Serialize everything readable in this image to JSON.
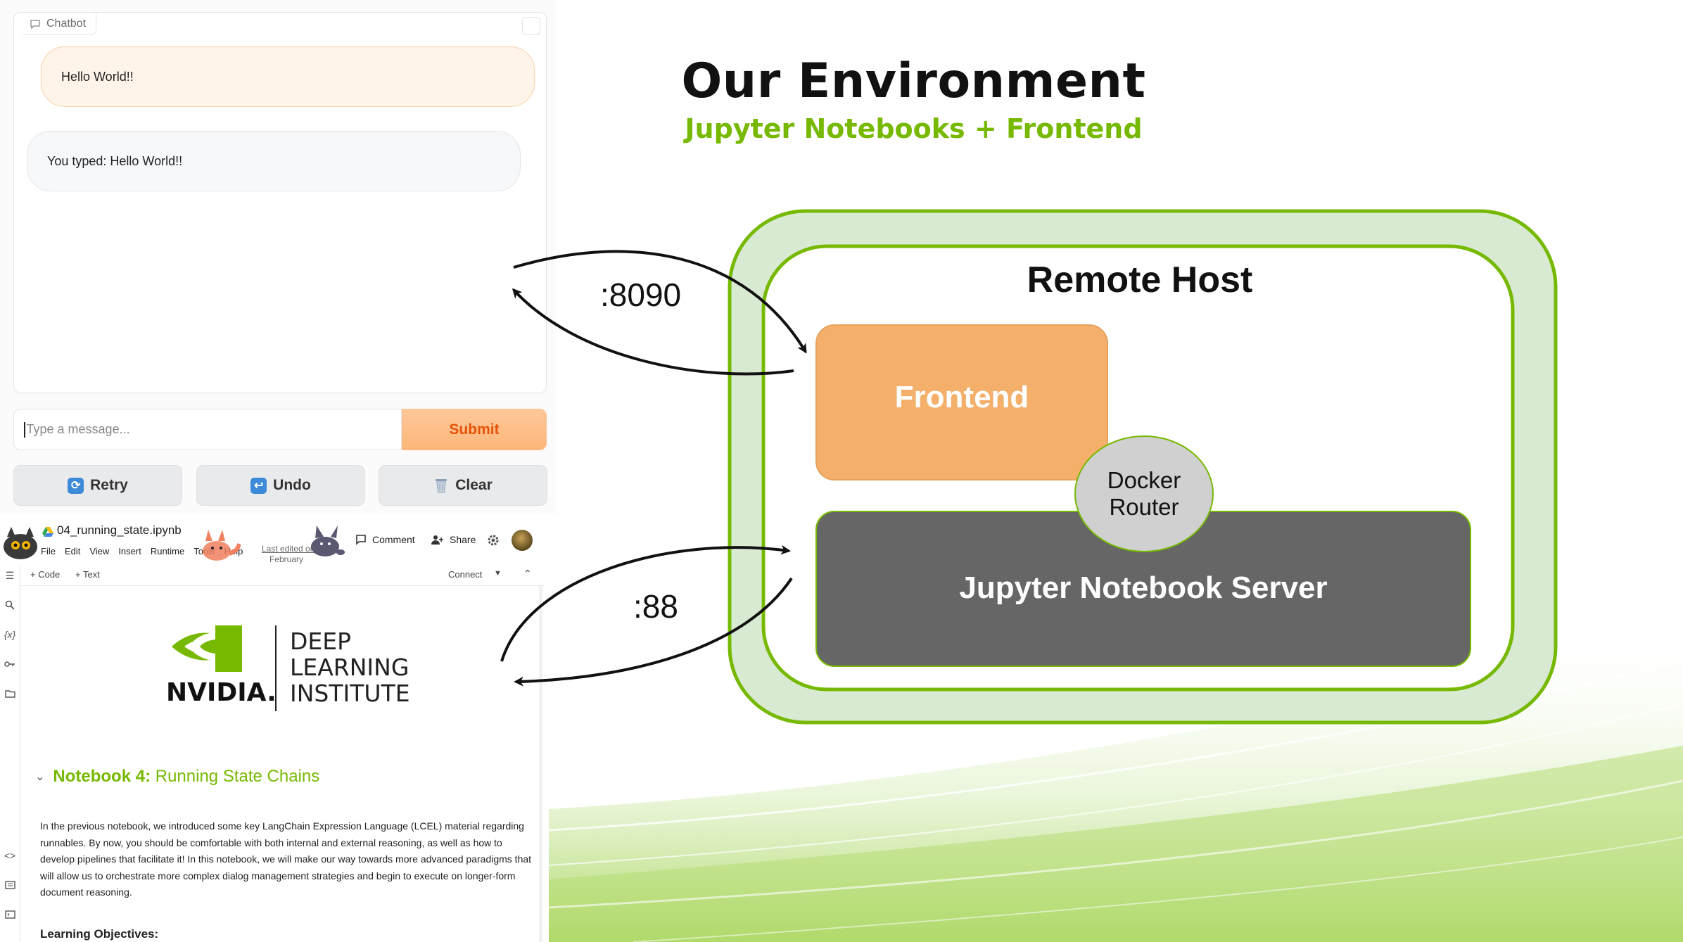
{
  "chatbot": {
    "label": "Chatbot",
    "messages": [
      {
        "role": "user",
        "text": "Hello World!!"
      },
      {
        "role": "bot",
        "text": "You typed: Hello World!!"
      }
    ],
    "input_placeholder": "Type a message...",
    "submit_label": "Submit",
    "retry_label": "Retry",
    "undo_label": "Undo",
    "clear_label": "Clear"
  },
  "colab": {
    "filename": "04_running_state.ipynb",
    "menu": [
      "File",
      "Edit",
      "View",
      "Insert",
      "Runtime",
      "Tools",
      "Help"
    ],
    "last_edited_line1": "Last edited on",
    "last_edited_line2": "February",
    "comment_label": "Comment",
    "share_label": "Share",
    "add_code_label": "+ Code",
    "add_text_label": "+ Text",
    "connect_label": "Connect",
    "logo": {
      "brand": "NVIDIA.",
      "line1": "DEEP",
      "line2": "LEARNING",
      "line3": "INSTITUTE"
    },
    "heading_bold": "Notebook 4:",
    "heading_rest": "Running State Chains",
    "paragraph": "In the previous notebook, we introduced some key LangChain Expression Language (LCEL) material regarding runnables. By now, you should be comfortable with both internal and external reasoning, as well as how to develop pipelines that facilitate it! In this notebook, we will make our way towards more advanced paradigms that will allow us to orchestrate more complex dialog management strategies and begin to execute on longer-form document reasoning.",
    "objectives_heading": "Learning Objectives:"
  },
  "slide": {
    "title": "Our Environment",
    "subtitle": "Jupyter Notebooks + Frontend",
    "remote_host": "Remote Host",
    "frontend": "Frontend",
    "docker_router_line1": "Docker",
    "docker_router_line2": "Router",
    "jupyter_server": "Jupyter Notebook Server",
    "port_frontend": ":8090",
    "port_jupyter": ":88"
  },
  "colors": {
    "nvidia_green": "#76b900",
    "frontend_orange": "#f4b06a",
    "jupyter_gray": "#666666",
    "router_gray": "#d0d0d0",
    "host_outer_fill": "#d9ead3",
    "submit_orange": "#fdb679",
    "submit_text": "#e4530a"
  },
  "icons": [
    "chat-icon",
    "retry-icon",
    "undo-icon",
    "trash-icon",
    "drive-icon",
    "comment-icon",
    "share-icon",
    "gear-icon",
    "toc-icon",
    "search-icon",
    "variables-icon",
    "key-icon",
    "folder-icon",
    "code-icon",
    "terminal-icon"
  ]
}
